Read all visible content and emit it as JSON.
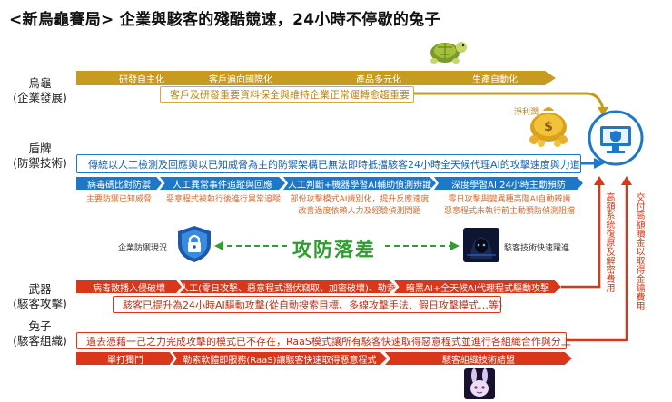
{
  "title": "<新烏龜賽局> 企業與駭客的殘酷競速，24小時不停歇的兔子",
  "rows": {
    "turtle": {
      "line1": "烏龜",
      "line2": "(企業發展)"
    },
    "shield": {
      "line1": "盾牌",
      "line2": "(防禦技術)"
    },
    "weapon": {
      "line1": "武器",
      "line2": "(駭客攻擊)"
    },
    "rabbit": {
      "line1": "兔子",
      "line2": "(駭客組織)"
    }
  },
  "turtle_steps": [
    "研發自主化",
    "客戶遍向國際化",
    "產品多元化",
    "生產自動化"
  ],
  "turtle_box": "客戶及研發重要資料保全與維持企業正常運轉愈趨重要",
  "turtle_money_label": "淨利潤",
  "shield_box": "傳統以人工檢測及回應與以已知威脅為主的防禦架構已無法即時抵擋駭客24小時全天候代理AI的攻擊速度與力道",
  "shield_steps": [
    "病毒碼比對防禦",
    "人工異常事件追蹤與回應",
    "人工判斷+機器學習AI輔助偵測辨識",
    "深度學習AI 24小時主動預防"
  ],
  "shield_notes": [
    "主要防禦已知威脅",
    "惡意程式被執行後進行異常追蹤",
    "部份攻擊模式AI識別化，提升反應速度\n改善過度依賴人力及經驗偵測問題",
    "零日攻擊與變異種高階AI自動辨識\n惡意程式未執行前主動預防偵測阻擋"
  ],
  "gap": {
    "left_label": "企業防禦現況",
    "center": "攻防落差",
    "right_label": "駭客技術快速躍進"
  },
  "weapon_steps": [
    "病毒散播入侵破壞",
    "人工(零日攻擊、惡意程式潛伏竊取、加密破壞)、勒索",
    "暗黑AI+全天候AI代理程式驅動攻擊"
  ],
  "weapon_box": "駭客已提升為24小時AI驅動攻擊(從自動搜索目標、多線攻擊手法、假日攻擊模式…等)",
  "rabbit_box": "過去憑藉一己之力完成攻擊的模式已不存在，RaaS模式讓所有駭客快速取得惡意程式並進行各組織合作與分工",
  "rabbit_steps": [
    "單打獨鬥",
    "勒索軟體即服務(RaaS)讓駭客快速取得惡意程式",
    "駭客組織技術結盟"
  ],
  "vertical_texts": [
    "高額系統復原及解密費用",
    "交付高額贖金以取得金鑰費用"
  ],
  "icons": [
    "turtle-icon",
    "money-bag-icon",
    "computer-shield-icon",
    "lock-shield-icon",
    "hacker-icon",
    "rabbit-hacker-icon"
  ],
  "colors": {
    "gold": "#c79a20",
    "blue": "#1e78c8",
    "red": "#d9361a",
    "green": "#2e9e2e"
  }
}
